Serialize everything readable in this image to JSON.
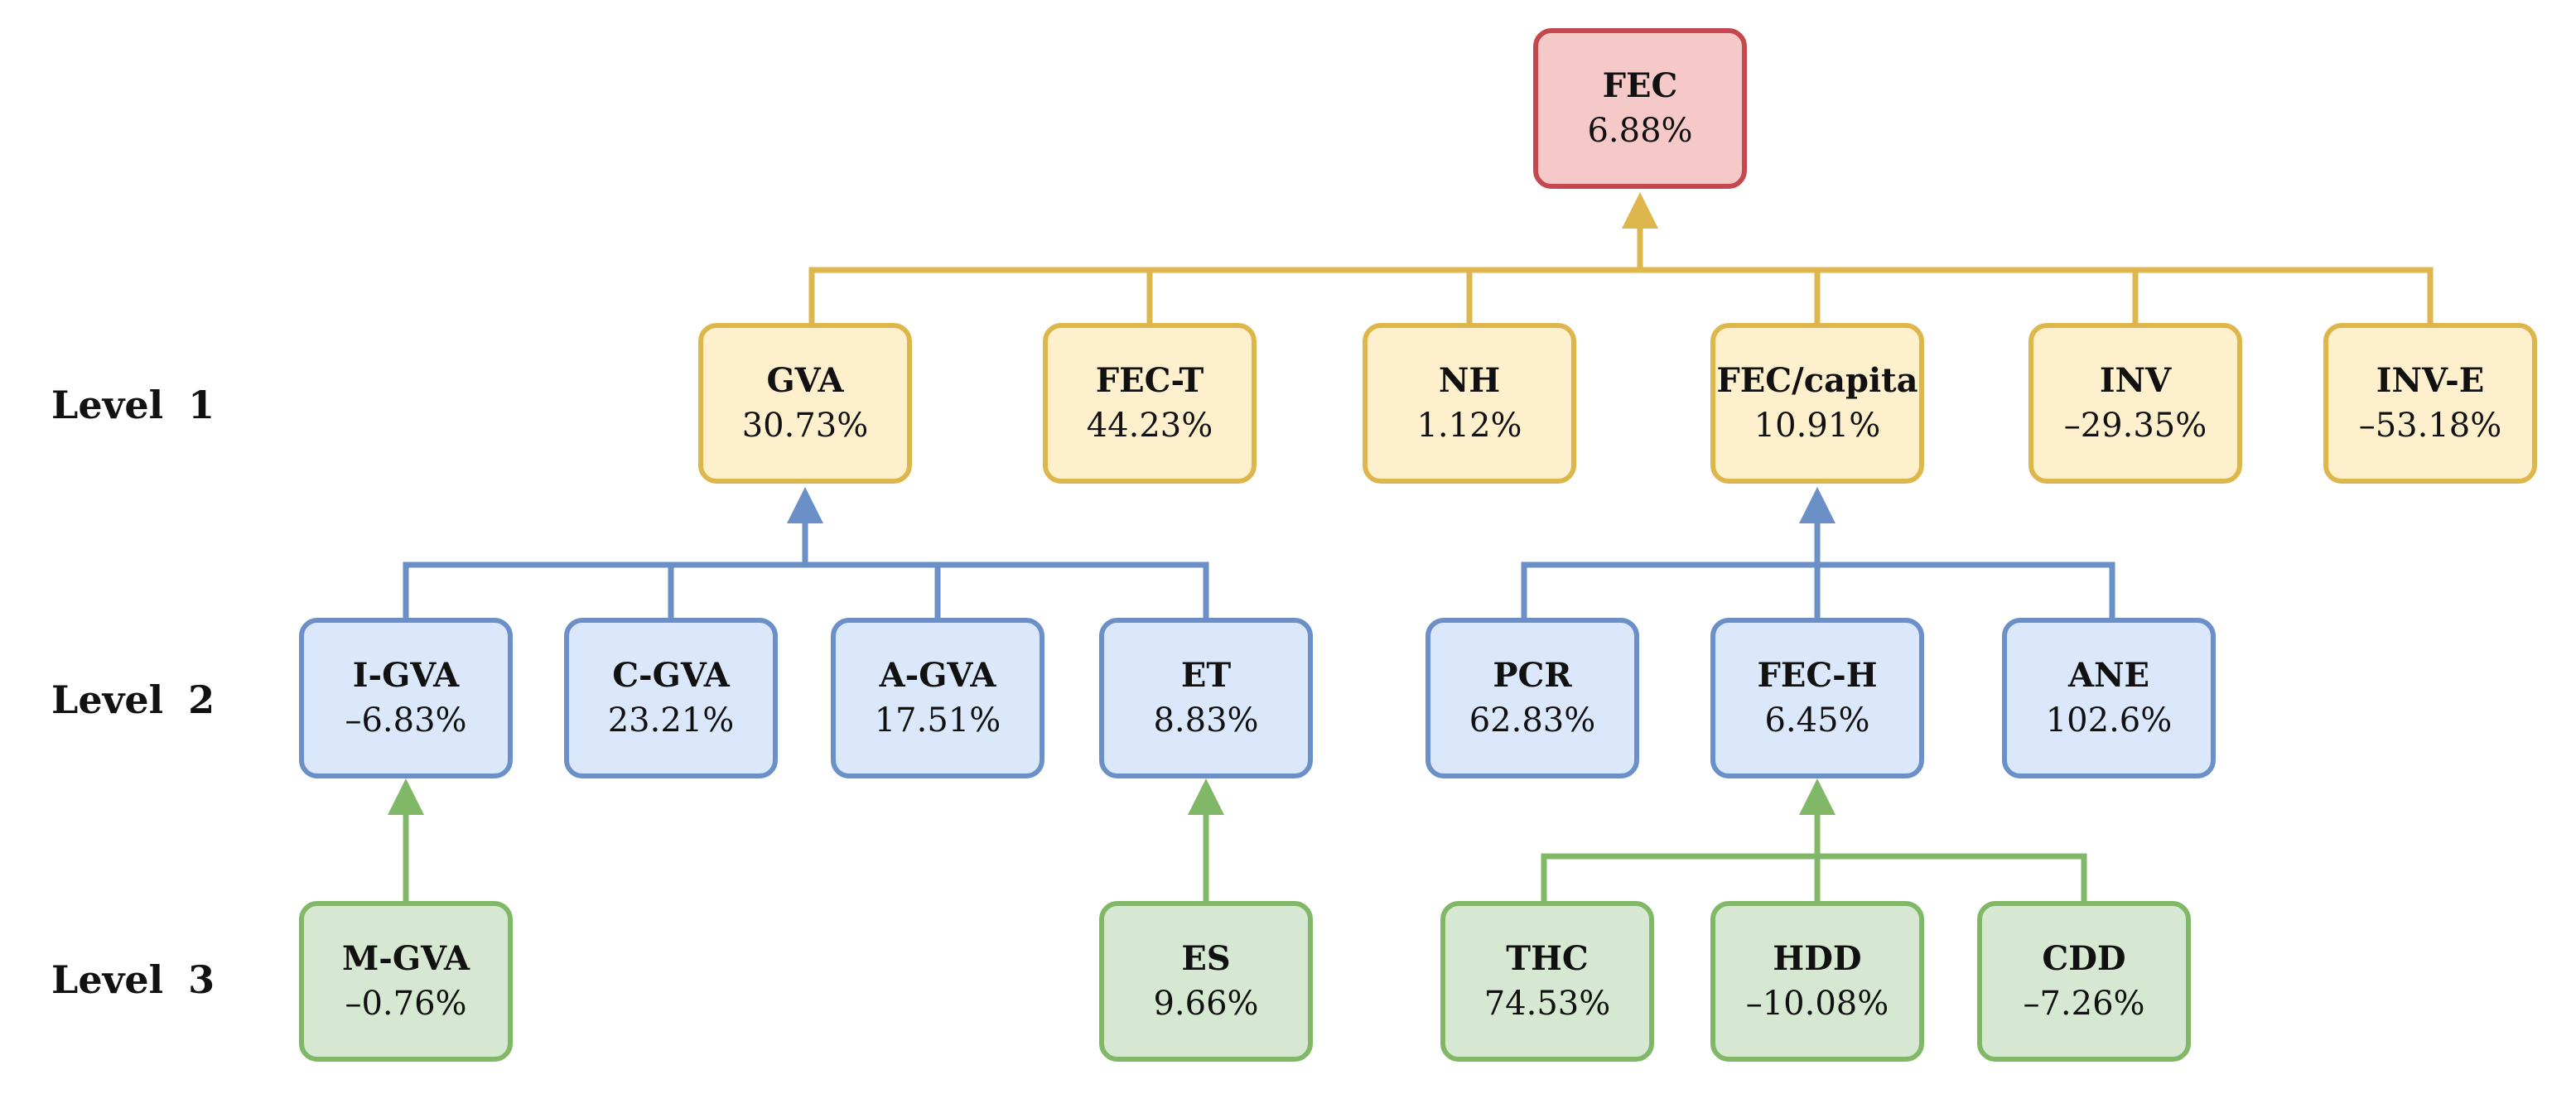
{
  "levels": {
    "l1": "Level  1",
    "l2": "Level  2",
    "l3": "Level  3"
  },
  "colors": {
    "red": "#c4484d",
    "yellow": "#ddb64c",
    "blue": "#6b90c7",
    "green": "#80b867"
  },
  "nodes": {
    "fec": {
      "label": "FEC",
      "value": "6.88%"
    },
    "gva": {
      "label": "GVA",
      "value": "30.73%"
    },
    "fec_t": {
      "label": "FEC-T",
      "value": "44.23%"
    },
    "nh": {
      "label": "NH",
      "value": "1.12%"
    },
    "fec_capita": {
      "label": "FEC/capita",
      "value": "10.91%"
    },
    "inv": {
      "label": "INV",
      "value": "–29.35%"
    },
    "inv_e": {
      "label": "INV-E",
      "value": "–53.18%"
    },
    "i_gva": {
      "label": "I-GVA",
      "value": "–6.83%"
    },
    "c_gva": {
      "label": "C-GVA",
      "value": "23.21%"
    },
    "a_gva": {
      "label": "A-GVA",
      "value": "17.51%"
    },
    "et": {
      "label": "ET",
      "value": "8.83%"
    },
    "pcr": {
      "label": "PCR",
      "value": "62.83%"
    },
    "fec_h": {
      "label": "FEC-H",
      "value": "6.45%"
    },
    "ane": {
      "label": "ANE",
      "value": "102.6%"
    },
    "m_gva": {
      "label": "M-GVA",
      "value": "–0.76%"
    },
    "es": {
      "label": "ES",
      "value": "9.66%"
    },
    "thc": {
      "label": "THC",
      "value": "74.53%"
    },
    "hdd": {
      "label": "HDD",
      "value": "–10.08%"
    },
    "cdd": {
      "label": "CDD",
      "value": "–7.26%"
    }
  }
}
